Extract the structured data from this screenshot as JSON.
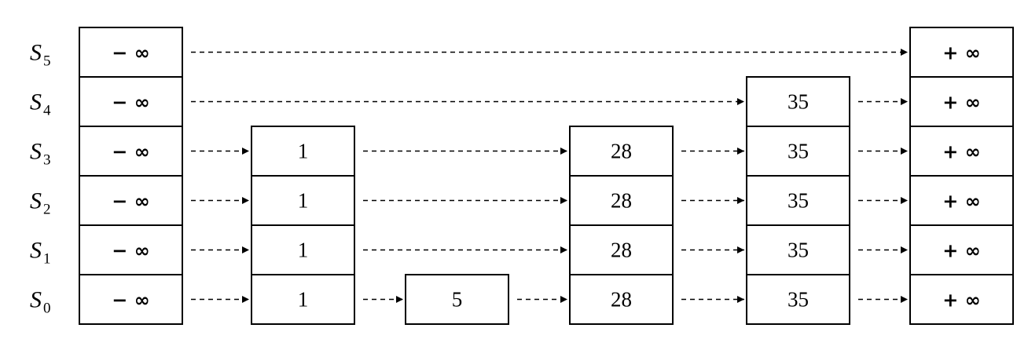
{
  "levels": [
    {
      "name": "S",
      "index": "5",
      "keys": [
        "-∞",
        "+∞"
      ]
    },
    {
      "name": "S",
      "index": "4",
      "keys": [
        "-∞",
        "35",
        "+∞"
      ]
    },
    {
      "name": "S",
      "index": "3",
      "keys": [
        "-∞",
        "1",
        "28",
        "35",
        "+∞"
      ]
    },
    {
      "name": "S",
      "index": "2",
      "keys": [
        "-∞",
        "1",
        "28",
        "35",
        "+∞"
      ]
    },
    {
      "name": "S",
      "index": "1",
      "keys": [
        "-∞",
        "1",
        "28",
        "35",
        "+∞"
      ]
    },
    {
      "name": "S",
      "index": "0",
      "keys": [
        "-∞",
        "1",
        "5",
        "28",
        "35",
        "+∞"
      ]
    }
  ],
  "key_order": [
    "-∞",
    "1",
    "5",
    "28",
    "35",
    "+∞"
  ],
  "display_text": {
    "-∞": "− ∞",
    "+∞": "+ ∞"
  },
  "colors": {
    "stroke": "#000000",
    "background": "#ffffff"
  }
}
